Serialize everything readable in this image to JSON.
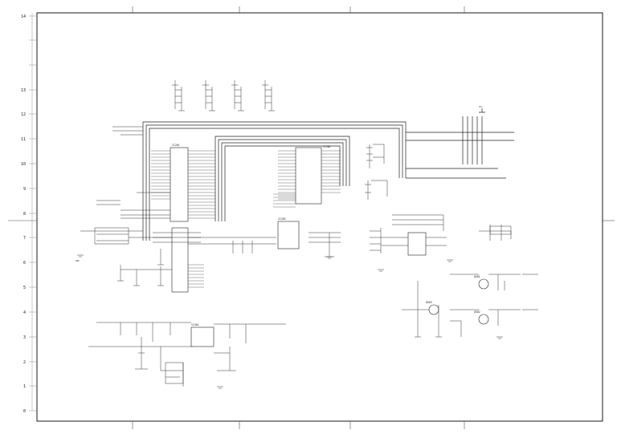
{
  "sheet": {
    "row_labels": [
      "14",
      "13",
      "12",
      "11",
      "10",
      "9",
      "8",
      "7",
      "6",
      "5",
      "4",
      "3",
      "2",
      "1",
      "0"
    ],
    "colors": {
      "ink": "#1a1a1a",
      "wire": "#333333",
      "paper": "#ffffff"
    }
  },
  "components": {
    "cpu": {
      "ref": "IC201"
    },
    "memory": {
      "ref": "IC202"
    },
    "ic203": {
      "ref": "IC203"
    },
    "regulator": {
      "ref": "IC401"
    },
    "q501": {
      "ref": "Q501"
    },
    "q502": {
      "ref": "Q502"
    },
    "q503": {
      "ref": "Q503"
    }
  },
  "nets": {
    "gnd": "GND",
    "vcc": "VCC"
  }
}
